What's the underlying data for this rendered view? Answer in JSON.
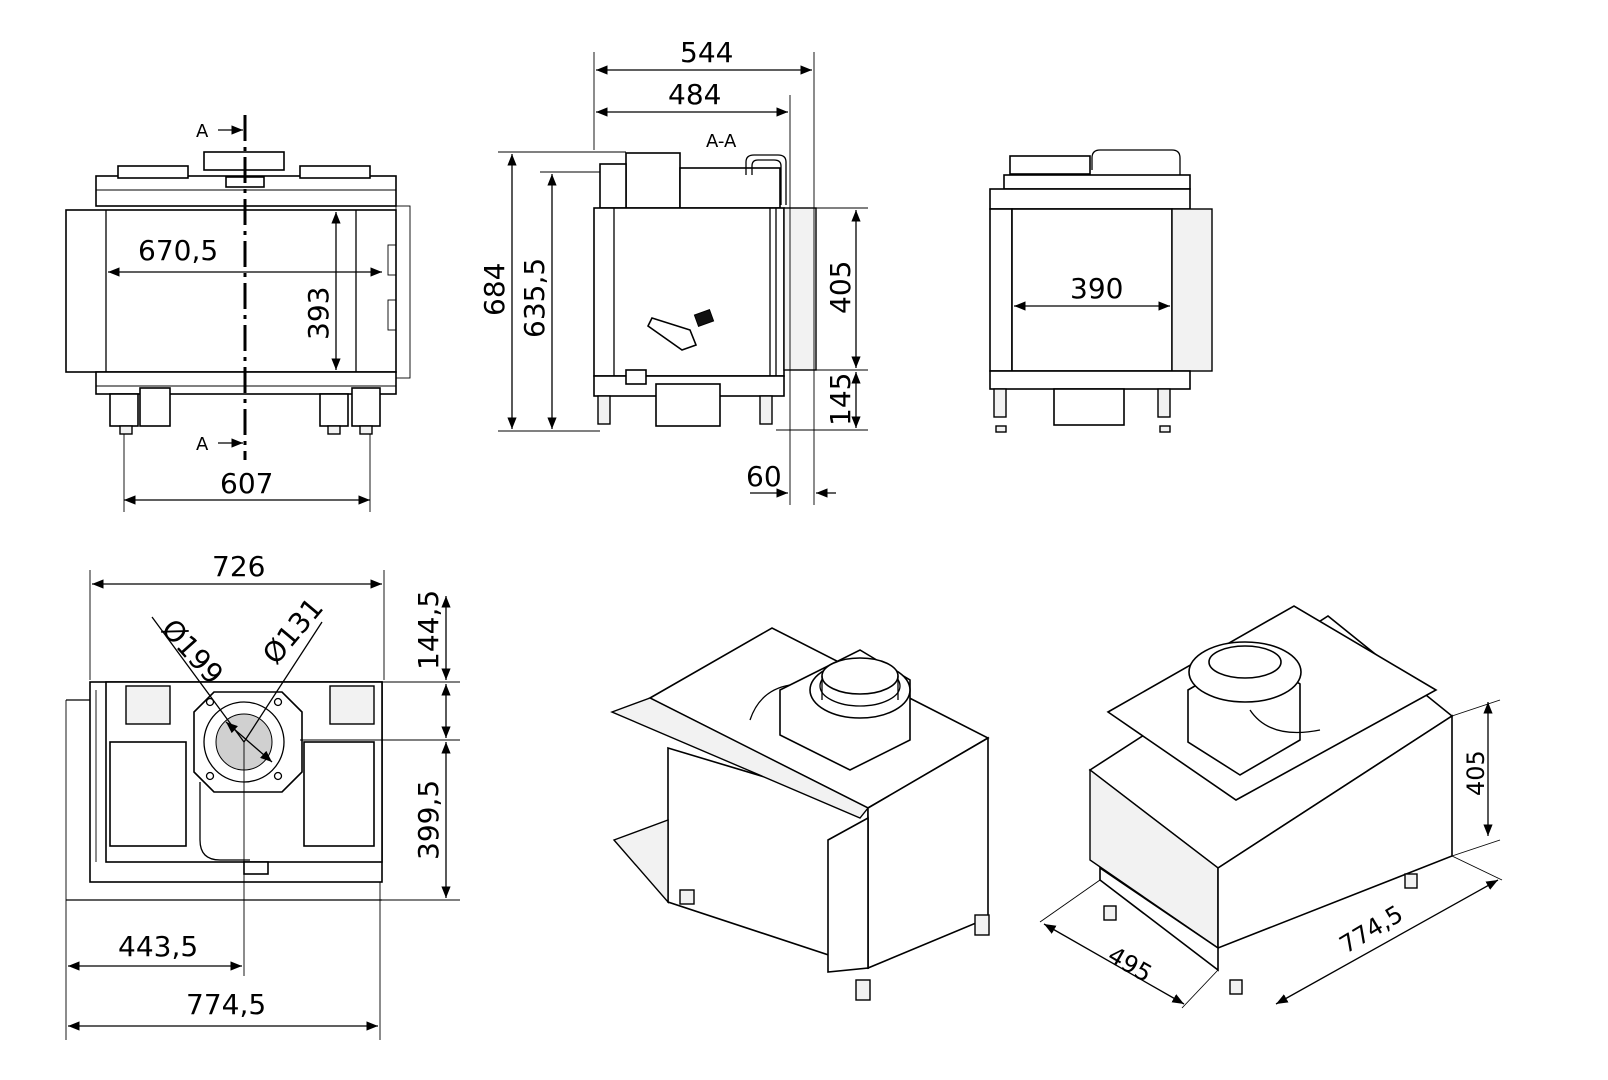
{
  "front_view": {
    "section_label_top": "A",
    "section_label_bottom": "A",
    "dim_width_opening": "670,5",
    "dim_height_opening": "393",
    "dim_feet": "607"
  },
  "section_view": {
    "title": "A-A",
    "dim_overall_depth": "544",
    "dim_body_depth": "484",
    "dim_total_height": "684",
    "dim_flue_height": "635,5",
    "dim_glass_height": "405",
    "dim_base_height": "145",
    "dim_offset": "60"
  },
  "side_view": {
    "dim_width": "390"
  },
  "top_view": {
    "dim_top_width": "726",
    "dim_outer_diameter": "Ø199",
    "dim_inner_diameter": "Ø131",
    "dim_front_to_center": "144,5",
    "dim_center_to_back": "399,5",
    "dim_left_to_center": "443,5",
    "dim_total_width": "774,5"
  },
  "iso_view_right": {
    "dim_height": "405",
    "dim_depth": "495",
    "dim_width": "774,5"
  }
}
